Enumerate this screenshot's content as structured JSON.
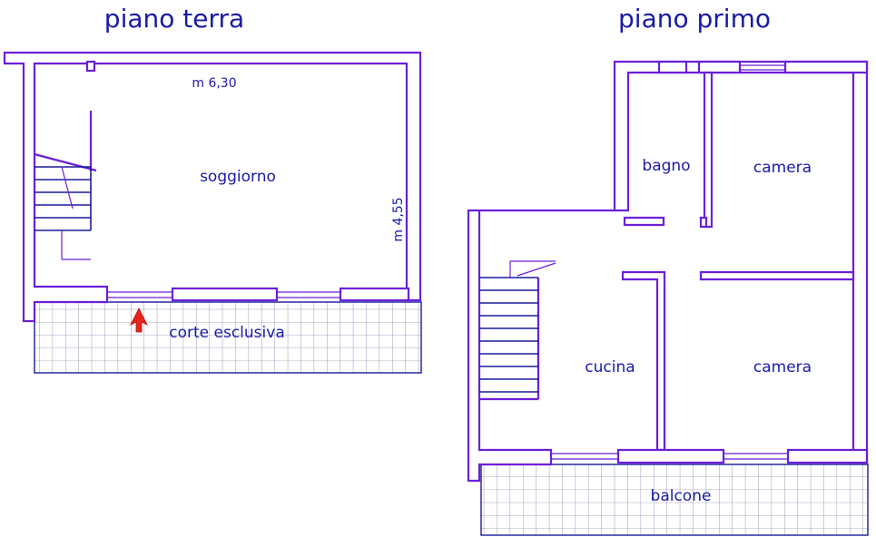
{
  "floors": {
    "ground": {
      "title": "piano terra",
      "room": "soggiorno",
      "width_label": "m 6,30",
      "depth_label": "m 4,55",
      "outdoor": "corte esclusiva"
    },
    "first": {
      "title": "piano primo",
      "rooms": {
        "bathroom": "bagno",
        "bedroom_1": "camera",
        "kitchen": "cucina",
        "bedroom_2": "camera"
      },
      "outdoor": "balcone"
    }
  },
  "colors": {
    "wall": "#6b1fd9",
    "text": "#1a1aa8",
    "grid": "#1a1a9a",
    "entrance_arrow": "#e8251a"
  }
}
